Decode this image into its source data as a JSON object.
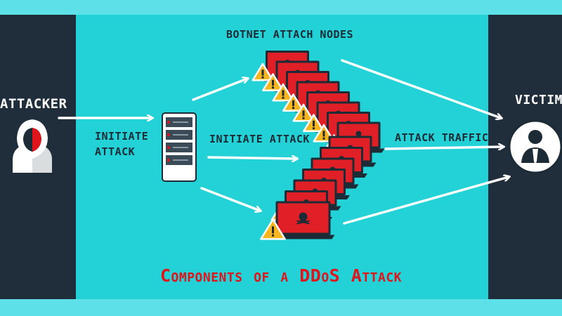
{
  "title": "Components of a DDoS Attack",
  "labels": {
    "attacker": "ATTACKER",
    "victim": "VICTIM",
    "initiate_attack_left": "INITIATE\nATTACK",
    "botnet_nodes": "BOTNET ATTACH NODES",
    "initiate_attack_mid": "INITIATE ATTACK",
    "attack_traffic": "ATTACK TRAFFIC"
  },
  "icons": {
    "attacker": "hooded-hacker-icon",
    "server": "server-icon",
    "bot_laptop": "infected-laptop-icon",
    "warning": "warning-triangle-icon",
    "victim": "user-avatar-icon"
  },
  "colors": {
    "dark_panel": "#1f2e3a",
    "center_panel": "#23d2d6",
    "background": "#5ee0e8",
    "title": "#e0151b",
    "laptop_screen": "#e01f26",
    "warning": "#f7b51e"
  },
  "bot_count": 15
}
